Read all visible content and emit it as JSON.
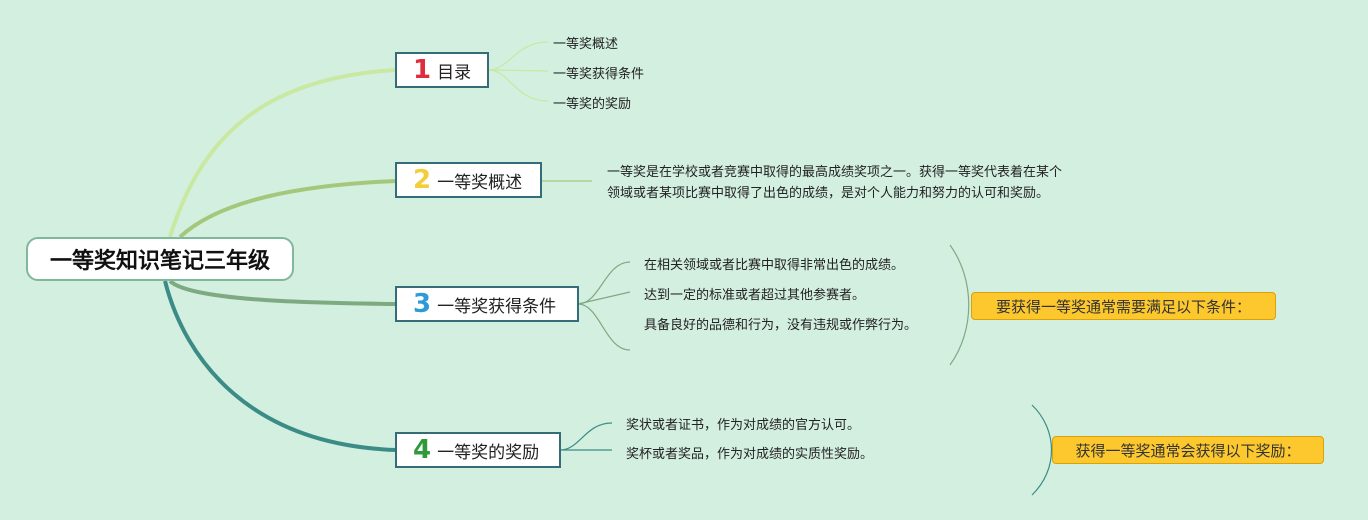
{
  "root": {
    "label": "一等奖知识笔记三年级"
  },
  "branches": [
    {
      "number": "1",
      "label": "目录",
      "color": "#e02d3c",
      "children": [
        "一等奖概述",
        "一等奖获得条件",
        "一等奖的奖励"
      ]
    },
    {
      "number": "2",
      "label": "一等奖概述",
      "color": "#f4cd3b",
      "paragraph": [
        "一等奖是在学校或者竞赛中取得的最高成绩奖项之一。获得一等奖代表着在某个",
        "领域或者某项比赛中取得了出色的成绩，是对个人能力和努力的认可和奖励。"
      ]
    },
    {
      "number": "3",
      "label": "一等奖获得条件",
      "color": "#2f9bd6",
      "children": [
        "在相关领域或者比赛中取得非常出色的成绩。",
        "达到一定的标准或者超过其他参赛者。",
        "具备良好的品德和行为，没有违规或作弊行为。"
      ],
      "summary": "要获得一等奖通常需要满足以下条件："
    },
    {
      "number": "4",
      "label": "一等奖的奖励",
      "color": "#2e9a3a",
      "children": [
        "奖状或者证书，作为对成绩的官方认可。",
        "奖杯或者奖品，作为对成绩的实质性奖励。"
      ],
      "summary": "获得一等奖通常会获得以下奖励："
    }
  ],
  "colors": {
    "background": "#d3efe0",
    "branch_border": "#356c7a",
    "note_fill": "#fcc82d"
  }
}
